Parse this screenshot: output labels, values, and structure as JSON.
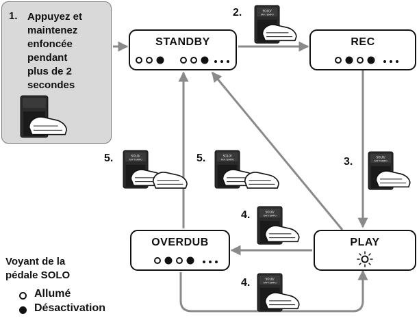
{
  "instruction": {
    "number": "1.",
    "text": "Appuyez et\nmaintenez\nenfoncée\npendant\nplus de 2\nsecondes"
  },
  "states": {
    "standby": "STANDBY",
    "rec": "REC",
    "play": "PLAY",
    "overdub": "OVERDUB"
  },
  "steps": {
    "step2": "2.",
    "step3": "3.",
    "step4_upper": "4.",
    "step4_lower": "4.",
    "step5_left": "5.",
    "step5_right": "5."
  },
  "pedal": {
    "label_line1": "SOLO/",
    "label_line2": "TAP TEMPO"
  },
  "legend": {
    "title": "Voyant de la\npédale SOLO",
    "lit": "Allumé",
    "off": "Désactivation"
  },
  "colors": {
    "arrow": "#8a8a8a",
    "panel": "#d9d9d9",
    "pedal": "#2a2a2a"
  }
}
